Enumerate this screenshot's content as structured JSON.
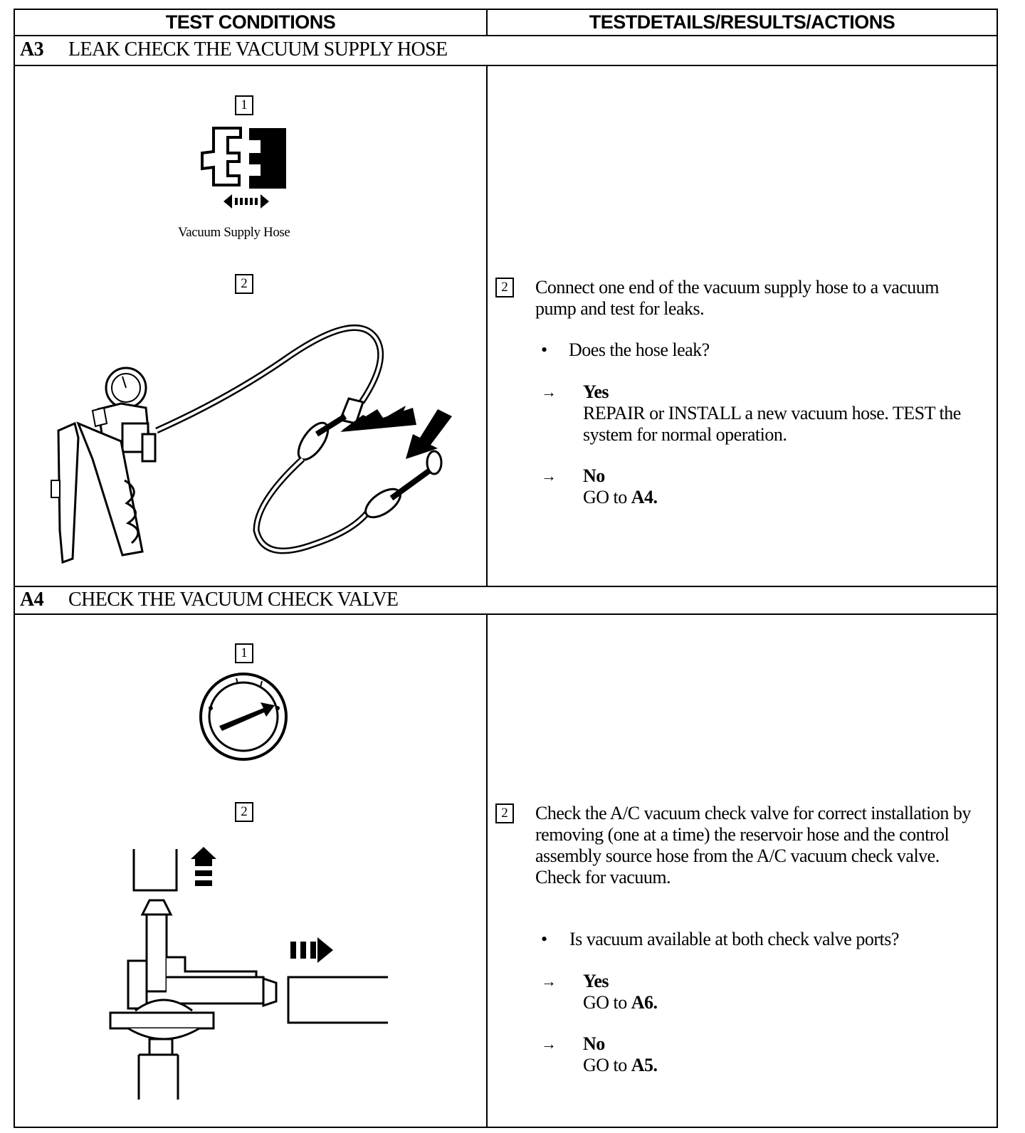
{
  "headers": {
    "left": "TEST CONDITIONS",
    "right": "TESTDETAILS/RESULTS/ACTIONS"
  },
  "sections": [
    {
      "id": "A3",
      "title": "LEAK CHECK THE VACUUM SUPPLY HOSE",
      "step1_label": "1",
      "step1_caption": "Vacuum Supply Hose",
      "step2_label": "2",
      "step2_instruction": "Connect one end of the vacuum supply hose to a vacuum pump and test for leaks.",
      "question": "Does the hose leak?",
      "yes_label": "Yes",
      "yes_action": "REPAIR or INSTALL a new vacuum hose. TEST the system for normal operation.",
      "no_label": "No",
      "no_prefix": "GO to ",
      "no_target": "A4."
    },
    {
      "id": "A4",
      "title": "CHECK THE VACUUM CHECK VALVE",
      "step1_label": "1",
      "step2_label": "2",
      "step2_instruction": "Check the A/C vacuum check valve for correct installation by removing (one at a time) the reservoir hose and the control assembly source hose from the A/C vacuum check valve. Check for vacuum.",
      "question": "Is vacuum available at both check valve ports?",
      "yes_label": "Yes",
      "yes_prefix": "GO to ",
      "yes_target": "A6.",
      "no_label": "No",
      "no_prefix": "GO to ",
      "no_target": "A5."
    }
  ],
  "icons": {
    "connector": "vacuum-connector-disconnect-icon",
    "pump": "vacuum-pump-illustration",
    "ignition": "ignition-switch-icon",
    "valve": "check-valve-illustration"
  },
  "symbols": {
    "bullet": "•",
    "arrow": "→"
  }
}
